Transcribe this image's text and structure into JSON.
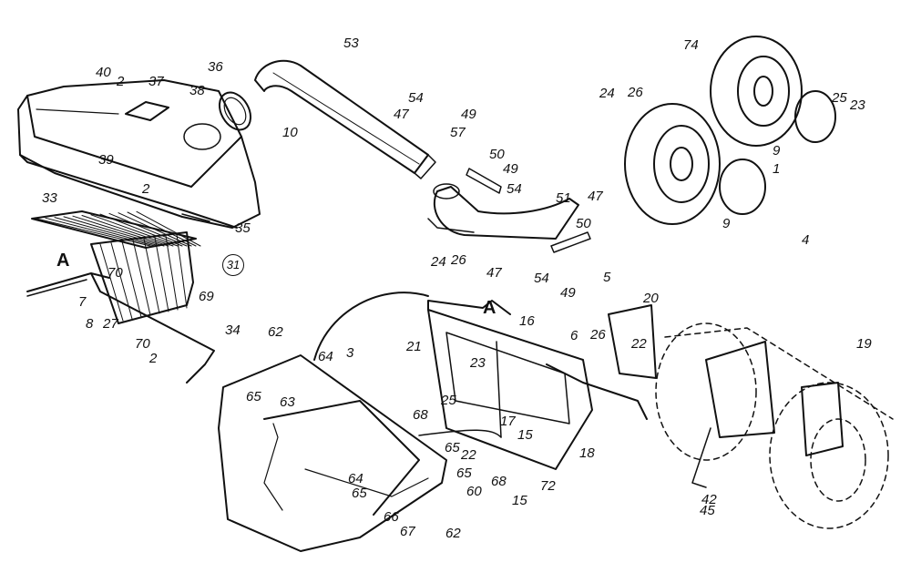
{
  "labels": [
    "40",
    "2",
    "37",
    "38",
    "39",
    "36",
    "53",
    "10",
    "54",
    "49",
    "47",
    "57",
    "50",
    "49",
    "54",
    "51",
    "47",
    "50",
    "47",
    "54",
    "49",
    "74",
    "24",
    "26",
    "25",
    "23",
    "9",
    "1",
    "9",
    "4",
    "33",
    "2",
    "35",
    "31",
    "A",
    "70",
    "69",
    "7",
    "8",
    "27",
    "70",
    "2",
    "34",
    "24",
    "26",
    "A",
    "16",
    "5",
    "20",
    "62",
    "64",
    "3",
    "65",
    "63",
    "21",
    "23",
    "6",
    "26",
    "22",
    "25",
    "17",
    "15",
    "18",
    "68",
    "65",
    "22",
    "65",
    "68",
    "72",
    "15",
    "64",
    "65",
    "60",
    "67",
    "66",
    "62",
    "19",
    "42",
    "45"
  ],
  "colors": {
    "ink": "#111111",
    "paper": "#ffffff"
  }
}
